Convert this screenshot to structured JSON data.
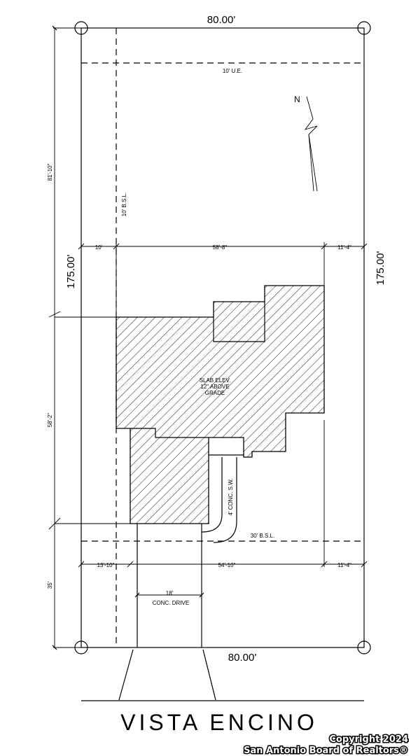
{
  "plat": {
    "top_frontage": "80.00'",
    "bottom_frontage": "80.00'",
    "left_depth": "175.00'",
    "right_depth": "175.00'",
    "utility_easement": "10' U.E.",
    "side_setback": "10' B.S.L.",
    "front_setback": "30' B.S.L.",
    "north_label": "N",
    "rear_to_house": "81'-10\"",
    "house_depth": "58'-2\"",
    "front_dim": "35'",
    "upper_left_gap": "10'",
    "house_width_top": "58'-8\"",
    "upper_right_gap": "11'-4\"",
    "lower_left_gap": "13'-10\"",
    "house_width_bottom": "54'-10\"",
    "lower_right_gap": "11'-4\"",
    "drive_width": "18'",
    "drive_label": "CONC. DRIVE",
    "sidewalk_label": "4' CONC. S.W.",
    "slab_line1": "SLAB ELEV.",
    "slab_line2": "12\" ABOVE",
    "slab_line3": "GRADE",
    "street_name": "VISTA ENCINO"
  },
  "watermark": {
    "line1": "Copyright 2024",
    "line2": "San Antonio Board of Realtors®"
  }
}
